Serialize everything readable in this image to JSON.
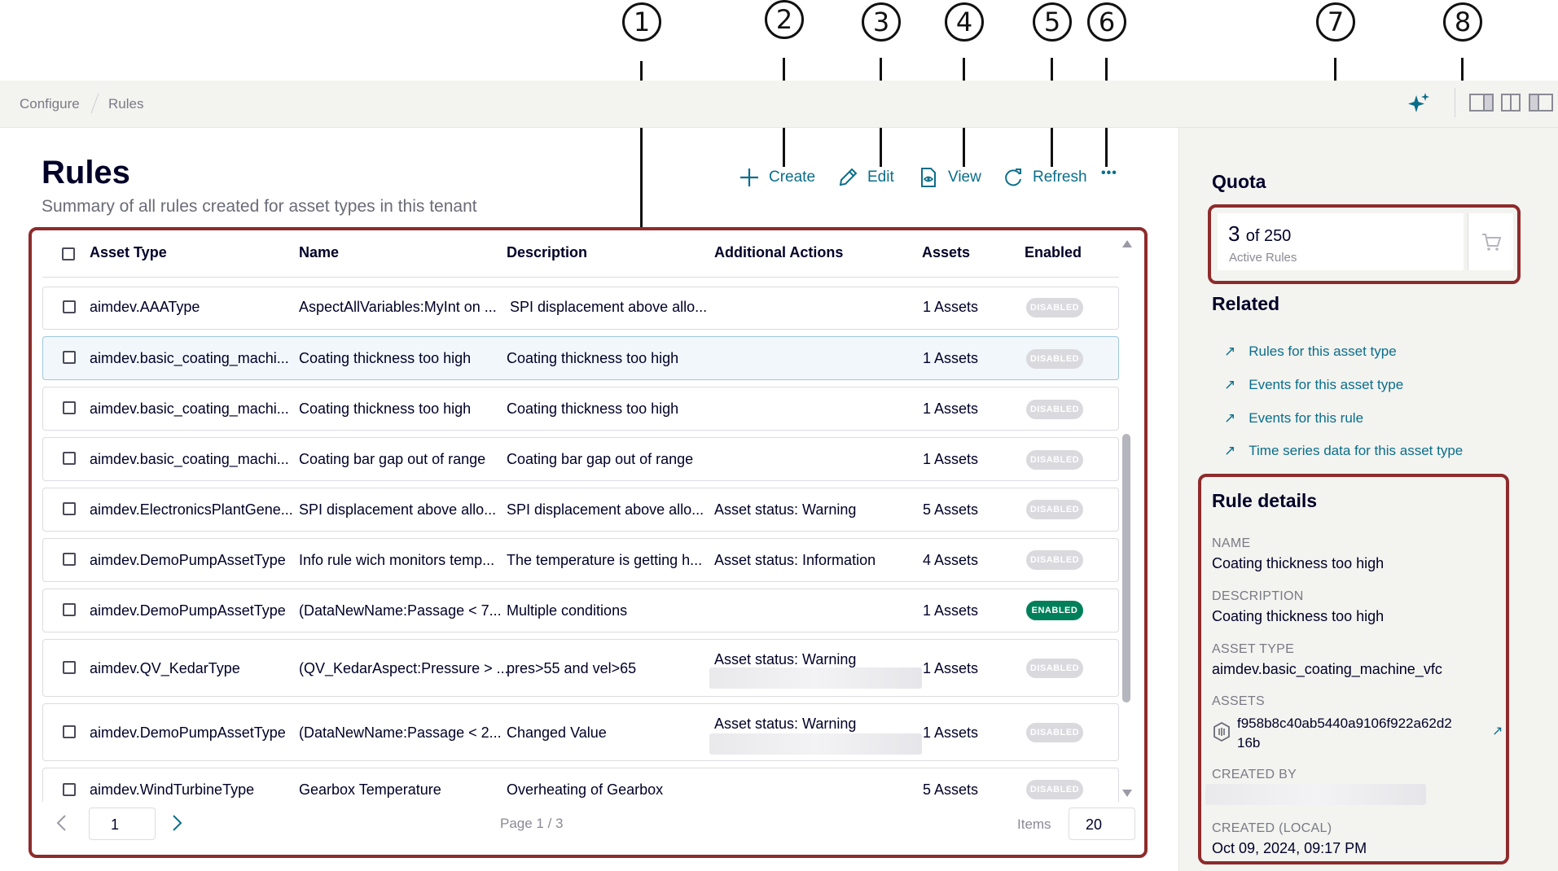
{
  "callouts": [
    "1",
    "2",
    "3",
    "4",
    "5",
    "6",
    "7",
    "8"
  ],
  "breadcrumb": {
    "items": [
      "Configure",
      "Rules"
    ]
  },
  "header": {
    "title": "Rules",
    "subtitle": "Summary of all rules created for asset types in this tenant"
  },
  "toolbar": {
    "create": "Create",
    "edit": "Edit",
    "view": "View",
    "refresh": "Refresh",
    "more": "•••"
  },
  "table": {
    "columns": [
      "Asset Type",
      "Name",
      "Description",
      "Additional Actions",
      "Assets",
      "Enabled"
    ],
    "rows": [
      {
        "asset_type": "aimdev.AAAType",
        "name": "AspectAllVariables:MyInt on ...",
        "description": "SPI displacement above allo...",
        "actions": "",
        "assets": "1 Assets",
        "enabled": "DISABLED"
      },
      {
        "asset_type": "aimdev.basic_coating_machi...",
        "name": "Coating thickness too high",
        "description": "Coating thickness too high",
        "actions": "",
        "assets": "1 Assets",
        "enabled": "DISABLED"
      },
      {
        "asset_type": "aimdev.basic_coating_machi...",
        "name": "Coating thickness too high",
        "description": "Coating thickness too high",
        "actions": "",
        "assets": "1 Assets",
        "enabled": "DISABLED"
      },
      {
        "asset_type": "aimdev.basic_coating_machi...",
        "name": "Coating bar gap out of range",
        "description": "Coating bar gap out of range",
        "actions": "",
        "assets": "1 Assets",
        "enabled": "DISABLED"
      },
      {
        "asset_type": "aimdev.ElectronicsPlantGene...",
        "name": "SPI displacement above allo...",
        "description": "SPI displacement above allo...",
        "actions": "Asset status: Warning",
        "assets": "5 Assets",
        "enabled": "DISABLED"
      },
      {
        "asset_type": "aimdev.DemoPumpAssetType",
        "name": "Info rule wich monitors temp...",
        "description": "The temperature is getting h...",
        "actions": "Asset status: Information",
        "assets": "4 Assets",
        "enabled": "DISABLED"
      },
      {
        "asset_type": "aimdev.DemoPumpAssetType",
        "name": "(DataNewName:Passage < 7...",
        "description": "Multiple conditions",
        "actions": "",
        "assets": "1 Assets",
        "enabled": "ENABLED"
      },
      {
        "asset_type": "aimdev.QV_KedarType",
        "name": "(QV_KedarAspect:Pressure > ...",
        "description": "pres>55 and vel>65",
        "actions": "Asset status: Warning",
        "assets": "1 Assets",
        "enabled": "DISABLED"
      },
      {
        "asset_type": "aimdev.DemoPumpAssetType",
        "name": "(DataNewName:Passage < 2...",
        "description": "Changed Value",
        "actions": "Asset status: Warning",
        "assets": "1 Assets",
        "enabled": "DISABLED"
      },
      {
        "asset_type": "aimdev.WindTurbineType",
        "name": "Gearbox Temperature",
        "description": "Overheating of Gearbox",
        "actions": "",
        "assets": "5 Assets",
        "enabled": "DISABLED"
      }
    ]
  },
  "pagination": {
    "page_value": "1",
    "page_label": "Page 1 / 3",
    "items_label": "Items",
    "items_value": "20"
  },
  "quota": {
    "heading": "Quota",
    "count": "3",
    "of_total": "of 250",
    "label": "Active Rules"
  },
  "related": {
    "heading": "Related",
    "links": [
      "Rules for this asset type",
      "Events for this asset type",
      "Events for this rule",
      "Time series data for this asset type"
    ]
  },
  "details": {
    "heading": "Rule details",
    "name_label": "NAME",
    "name": "Coating thickness too high",
    "desc_label": "DESCRIPTION",
    "desc": "Coating thickness too high",
    "type_label": "ASSET TYPE",
    "type": "aimdev.basic_coating_machine_vfc",
    "assets_label": "ASSETS",
    "asset_id_1": "f958b8c40ab5440a9106f922a62d2",
    "asset_id_2": "16b",
    "created_by_label": "CREATED BY",
    "created_local_label": "CREATED (LOCAL)",
    "created_local": "Oct 09, 2024, 09:17 PM"
  },
  "colors": {
    "accent": "#0a6e8a",
    "annotation": "#8e2b2b",
    "enabled": "#00805a",
    "disabled": "#d9d9de"
  }
}
